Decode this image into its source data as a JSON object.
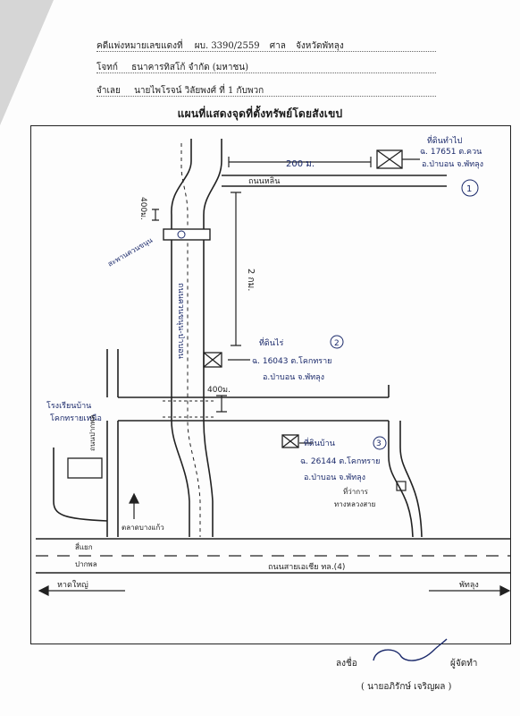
{
  "header": {
    "case_label": "คดีแพ่งหมายเลขแดงที่",
    "case_number": "ผบ. 3390/2559",
    "court_label": "ศาล",
    "court_name": "จังหวัดพัทลุง",
    "plaintiff_label": "โจทก์",
    "plaintiff_name": "ธนาคารทิสโก้ จำกัด (มหาชน)",
    "defendant_label": "จำเลย",
    "defendant_name": "นายไพโรจน์ วิลัยพงศ์ ที่ 1 กับพวก"
  },
  "title": "แผนที่แสดงจุดที่ตั้งทรัพย์โดยสังเขป",
  "map": {
    "dist_200": "200 ม.",
    "road_top": "ถนนหลิน",
    "prop1_label": "ที่ดินทำไป",
    "prop1_deed": "ฉ. 17651 ต.ควน",
    "prop1_place": "อ.ป่าบอน จ.พัทลุง",
    "prop1_num": "1",
    "dist_400_top": "400ม.",
    "bridge": "สะพานควนขนุน",
    "dist_2km": "2 กม.",
    "road_vertical": "ถนนควนขนุน-ป่าบอน",
    "prop2_label": "ที่ดินไร่",
    "prop2_num": "2",
    "prop2_deed": "ฉ. 16043 ต.โคกทราย",
    "prop2_place": "อ.ป่าบอน จ.พัทลุง",
    "dist_400_mid": "400ม.",
    "factory": "โรงเรียนบ้าน",
    "factory2": "โคกทรายเหนือ",
    "road_left": "ถนนปากพล",
    "prop3_label": "ที่ดินบ้าน",
    "prop3_num": "3",
    "prop3_deed": "ฉ. 26144 ต.โคกทราย",
    "prop3_place": "อ.ป่าบอน จ.พัทลุง",
    "school": "ที่ว่าการ",
    "school2": "ทางหลวงสาย",
    "market": "ตลาดบางแก้ว",
    "junction": "สี่แยก",
    "junction2": "ปากพล",
    "highway": "ถนนสายเอเชีย ทล.(4)",
    "to_left": "หาดใหญ่",
    "to_right": "พัทลุง"
  },
  "signature": {
    "sign_label": "ลงชื่อ",
    "role": "ผู้จัดทำ",
    "name": "( นายอภิรักษ์ เจริญผล )"
  }
}
